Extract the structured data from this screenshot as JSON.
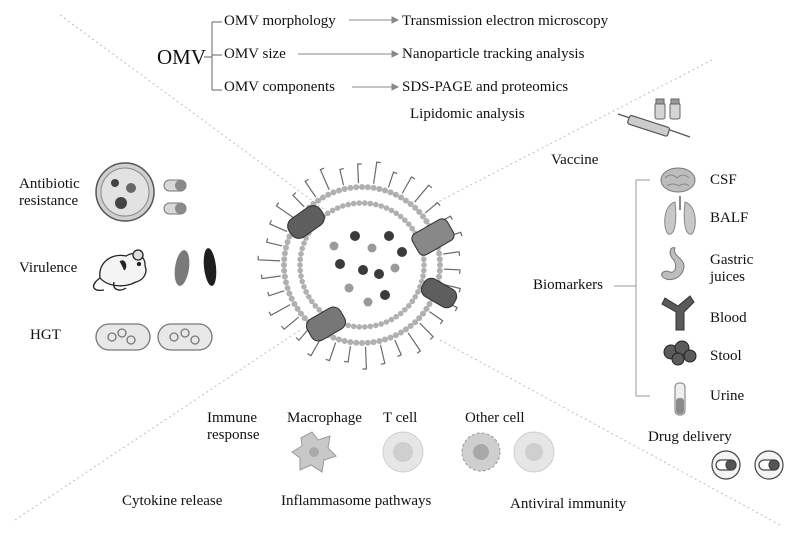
{
  "omv": {
    "title": "OMV",
    "characterization": [
      {
        "property": "OMV morphology",
        "method": "Transmission electron microscopy"
      },
      {
        "property": "OMV size",
        "method": "Nanoparticle tracking analysis"
      },
      {
        "property": "OMV components",
        "method": "SDS-PAGE and proteomics",
        "method_extra": "Lipidomic analysis"
      }
    ]
  },
  "left": {
    "antibiotic_resistance": "Antibiotic resistance",
    "virulence": "Virulence",
    "hgt": "HGT"
  },
  "right": {
    "vaccine": "Vaccine",
    "biomarkers": "Biomarkers",
    "biomarker_samples": [
      "CSF",
      "BALF",
      "Gastric juices",
      "Blood",
      "Stool",
      "Urine"
    ],
    "drug_delivery": "Drug delivery"
  },
  "bottom": {
    "immune_response": "Immune response",
    "macrophage": "Macrophage",
    "t_cell": "T cell",
    "other_cell": "Other cell",
    "cytokine_release": "Cytokine release",
    "inflammasome_pathways": "Inflammasome pathways",
    "antiviral_immunity": "Antiviral immunity"
  },
  "colors": {
    "background": "#ffffff",
    "membrane_bead": "#b0b0b0",
    "porin": "#5e5e5e",
    "cargo_dark": "#3a3a3a",
    "cargo_light": "#9a9a9a",
    "divider": "#bdbdbd"
  }
}
